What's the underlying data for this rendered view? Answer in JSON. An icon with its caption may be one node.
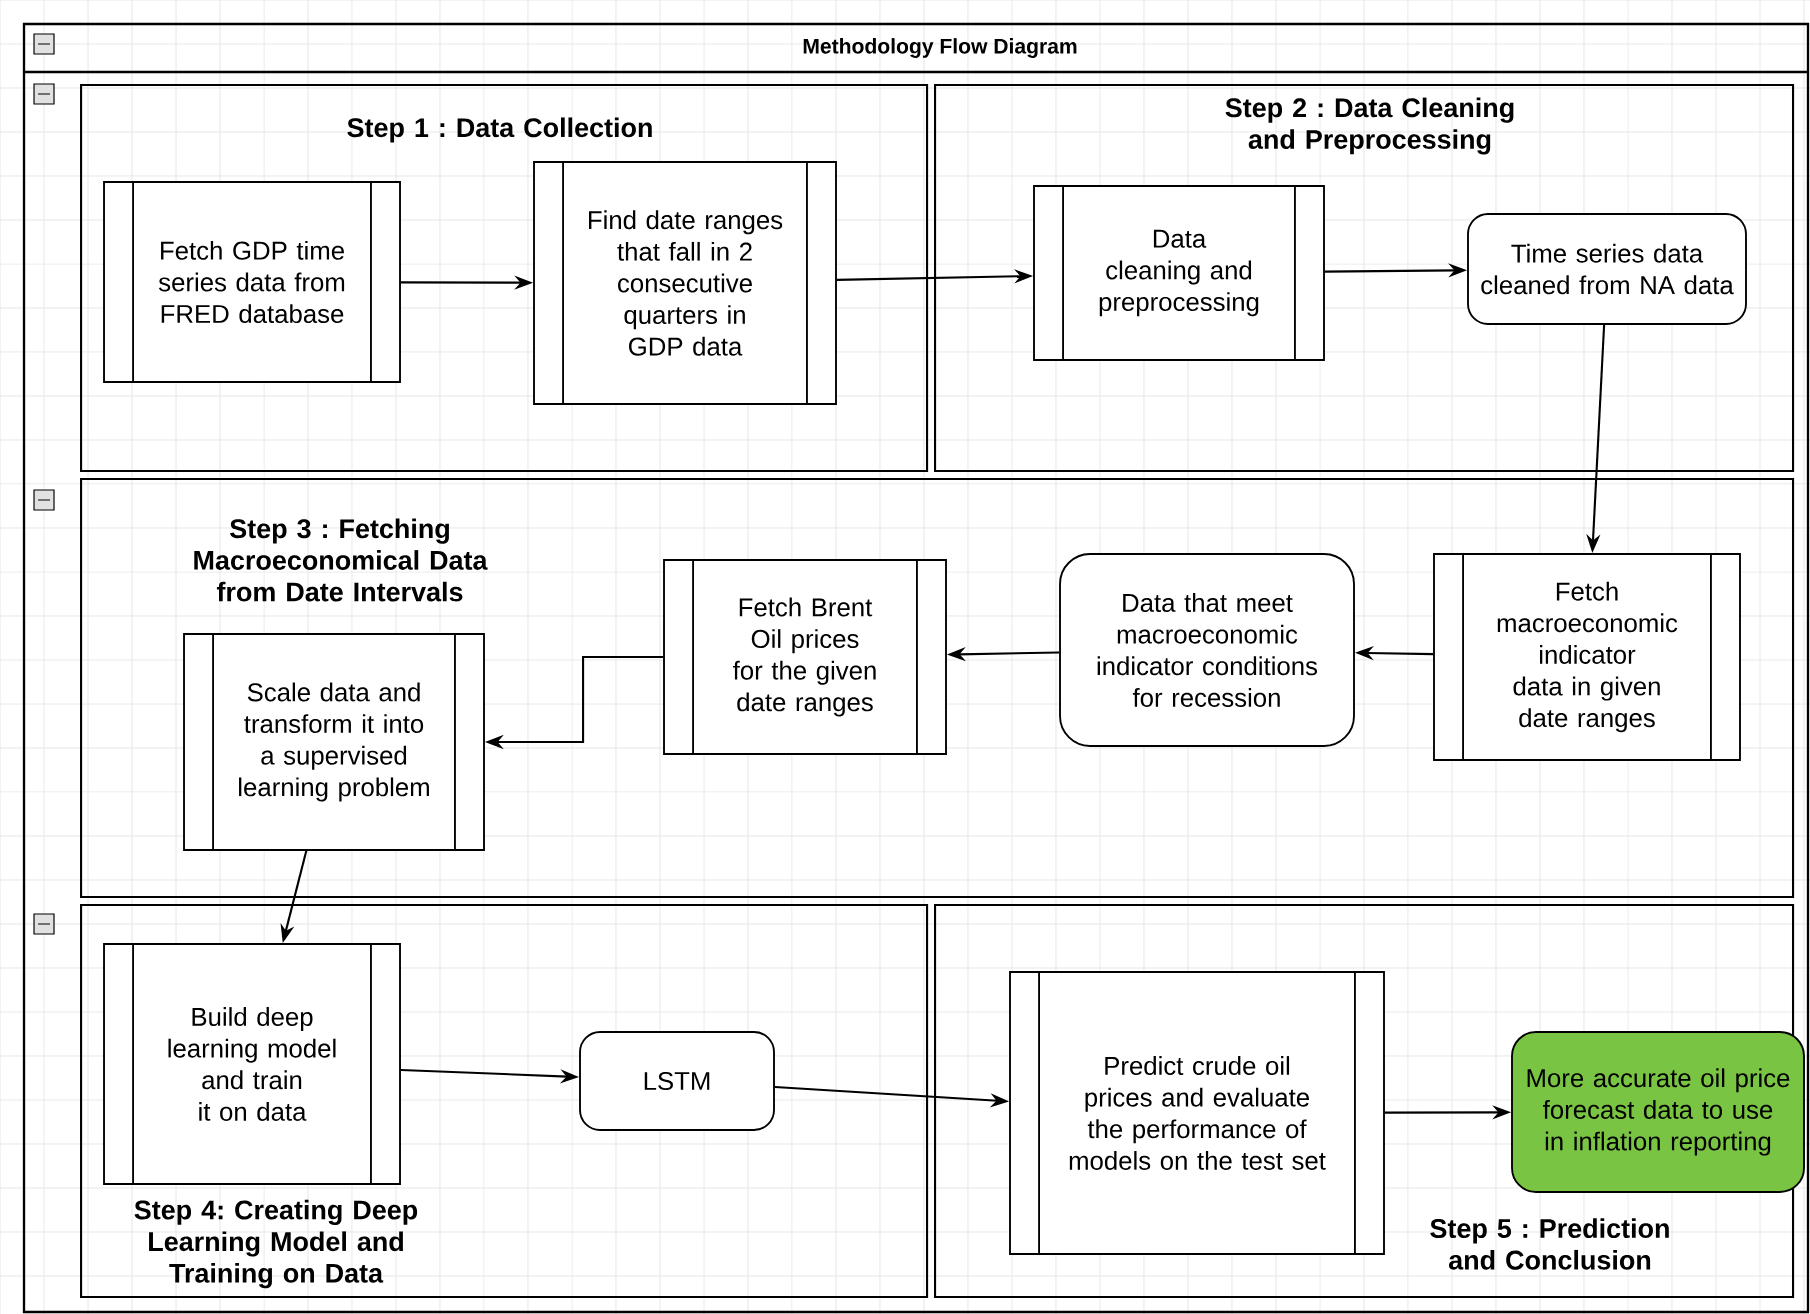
{
  "diagram": {
    "title": "Methodology Flow Diagram",
    "nodes": [
      {
        "text": [
          "Step 1 : Data Collection"
        ]
      },
      {
        "text": [
          "Fetch GDP time series data from FRED database"
        ],
        "in": 0
      },
      {
        "text": [
          "Find date ranges that fall in 2 consecutive quarters in GDP data"
        ],
        "in": 0
      },
      {
        "text": [
          "Step 2 : Data Cleaning and Preprocessing"
        ]
      },
      {
        "text": [
          "Data cleaning and preprocessing"
        ],
        "in": 3
      },
      {
        "text": [
          "Time series data cleaned from NA data"
        ],
        "in": 3
      },
      {
        "text": [
          "Step 3 : Fetching Macroeconomical Data from Date Intervals"
        ]
      },
      {
        "text": [
          "Scale data and transform it into a supervised learning problem"
        ],
        "in": 6
      },
      {
        "text": [
          "Fetch Brent Oil prices for the given date ranges"
        ],
        "in": 6
      },
      {
        "text": [
          "Data that meet macroeconomic indicator conditions for recession"
        ],
        "in": 6
      },
      {
        "text": [
          "Fetch macroeconomic indicator data in given date ranges"
        ],
        "in": 6
      },
      {
        "text": [
          "Step 4: Creating Deep Learning Model and Training on Data"
        ]
      },
      {
        "text": [
          "Build deep learning model and train it on data"
        ],
        "in": 11
      },
      {
        "text": [
          "LSTM"
        ],
        "in": 11
      },
      {
        "text": [
          "Step 5 : Prediction and Conclusion"
        ]
      },
      {
        "text": [
          "Predict crude oil prices and evaluate the performance of models on the test set"
        ],
        "in": 14
      },
      {
        "text": [
          "More accurate oil price forecast data to use in inflation reporting"
        ],
        "in": 14
      }
    ],
    "edges": [
      {
        "from": 1,
        "to": 2,
        "arrow": "to"
      },
      {
        "from": 2,
        "to": 4,
        "arrow": "to"
      },
      {
        "from": 4,
        "to": 5,
        "arrow": "to"
      },
      {
        "from": 5,
        "to": 10,
        "arrow": "to"
      },
      {
        "from": 10,
        "to": 9,
        "arrow": "to"
      },
      {
        "from": 9,
        "to": 8,
        "arrow": "to"
      },
      {
        "from": 8,
        "to": 7,
        "arrow": "to"
      },
      {
        "from": 7,
        "to": 12,
        "arrow": "to"
      },
      {
        "from": 12,
        "to": 13,
        "arrow": "to"
      },
      {
        "from": 13,
        "to": 15,
        "arrow": "to"
      },
      {
        "from": 15,
        "to": 16,
        "arrow": "to"
      }
    ]
  }
}
